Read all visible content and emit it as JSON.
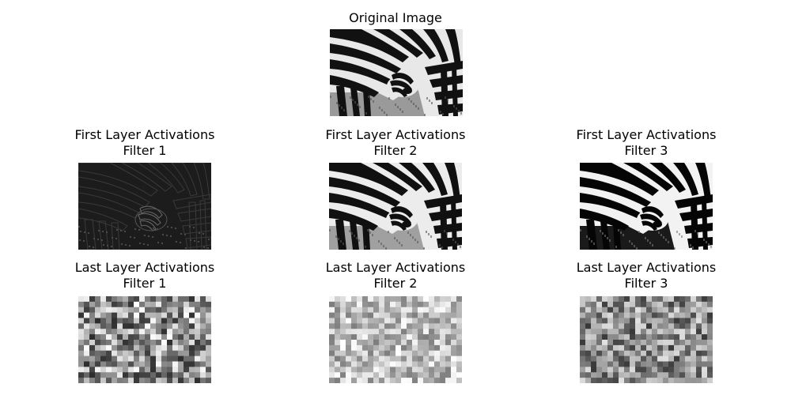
{
  "original": {
    "title": "Original Image"
  },
  "first_layer": [
    {
      "line1": "First Layer Activations",
      "line2": "Filter 1"
    },
    {
      "line1": "First Layer Activations",
      "line2": "Filter 2"
    },
    {
      "line1": "First Layer Activations",
      "line2": "Filter 3"
    }
  ],
  "last_layer": [
    {
      "line1": "Last Layer Activations",
      "line2": "Filter 1"
    },
    {
      "line1": "Last Layer Activations",
      "line2": "Filter 2"
    },
    {
      "line1": "Last Layer Activations",
      "line2": "Filter 3"
    }
  ]
}
